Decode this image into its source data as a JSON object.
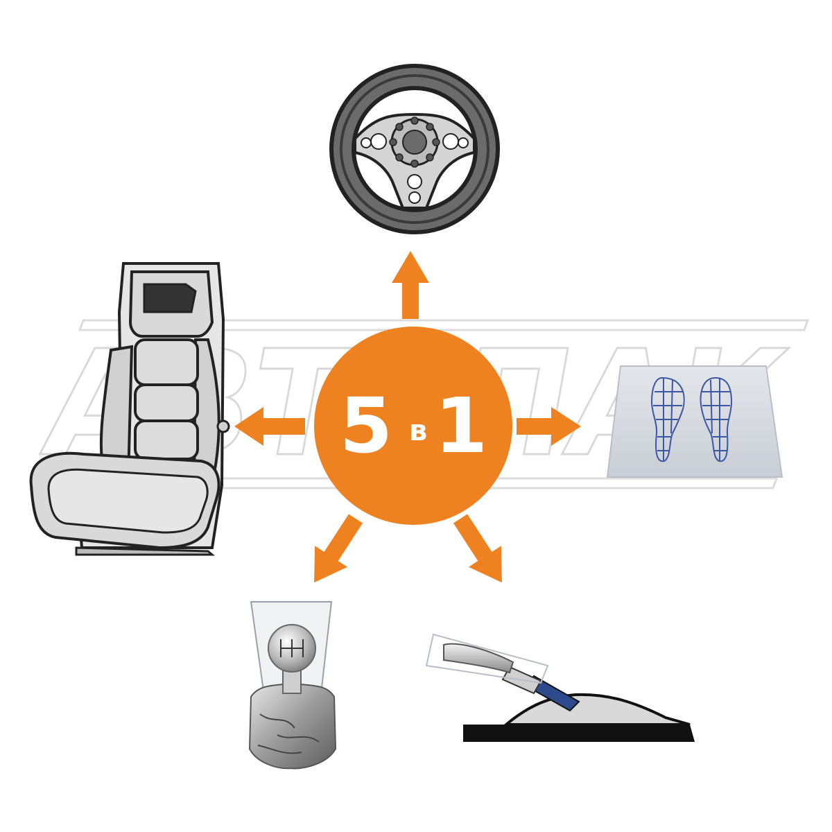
{
  "badge": {
    "number": "5",
    "preposition": "в",
    "count": "1"
  },
  "watermark": {
    "text": "АВТОПАК"
  },
  "items": [
    {
      "id": "steering-wheel-cover",
      "icon": "steering-wheel-icon"
    },
    {
      "id": "seat-cover",
      "icon": "car-seat-icon"
    },
    {
      "id": "floor-mat-cover",
      "icon": "footprints-mat-icon"
    },
    {
      "id": "gear-shift-cover",
      "icon": "gear-knob-icon"
    },
    {
      "id": "handbrake-cover",
      "icon": "handbrake-lever-icon"
    }
  ],
  "colors": {
    "accent": "#ee8221",
    "outline": "#222222",
    "seat_fill": "#d9d9d9",
    "wheel_rim": "#6b6b6b",
    "mat": "#d6dbe2",
    "sole_lines": "#3b56a3",
    "handbrake_blue": "#2d4b8c"
  }
}
